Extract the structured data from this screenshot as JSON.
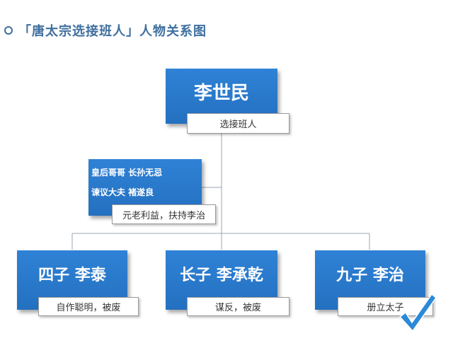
{
  "title": "「唐太宗选接班人」人物关系图",
  "root": {
    "name": "李世民",
    "role": "选接班人"
  },
  "adviser": {
    "line1": "皇后哥哥  长孙无忌",
    "line2": "谏议大夫  褚遂良",
    "note": "元老利益，扶持李治"
  },
  "children": [
    {
      "name": "四子 李泰",
      "note": "自作聪明，被废"
    },
    {
      "name": "长子 李承乾",
      "note": "谋反，被废"
    },
    {
      "name": "九子 李治",
      "note": "册立太子"
    }
  ],
  "colors": {
    "box": "#2675c6",
    "title": "#3f6f9e",
    "checkmark": "#2a8ad8"
  },
  "icons": {
    "title_marker": "ring-icon",
    "selected_marker": "checkmark-icon"
  }
}
